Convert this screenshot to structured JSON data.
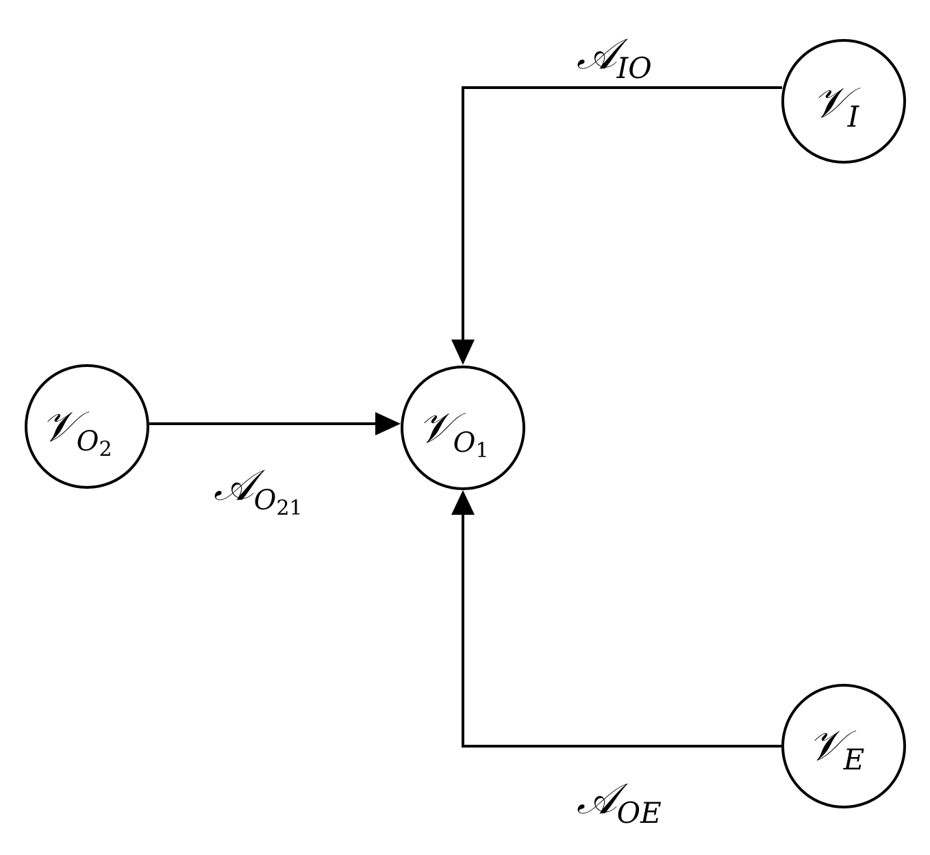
{
  "nodes": {
    "vi": {
      "symbol": "𝒱",
      "sub": "I",
      "subsub": ""
    },
    "vo1": {
      "symbol": "𝒱",
      "sub": "O",
      "subsub": "1"
    },
    "vo2": {
      "symbol": "𝒱",
      "sub": "O",
      "subsub": "2"
    },
    "ve": {
      "symbol": "𝒱",
      "sub": "E",
      "subsub": ""
    }
  },
  "edges": {
    "a_io": {
      "symbol": "𝒜",
      "sub": "IO",
      "subsub": ""
    },
    "a_o21": {
      "symbol": "𝒜",
      "sub": "O",
      "subsub": "21"
    },
    "a_oe": {
      "symbol": "𝒜",
      "sub": "OE",
      "subsub": ""
    }
  },
  "colors": {
    "stroke": "#000000",
    "background": "#ffffff"
  }
}
